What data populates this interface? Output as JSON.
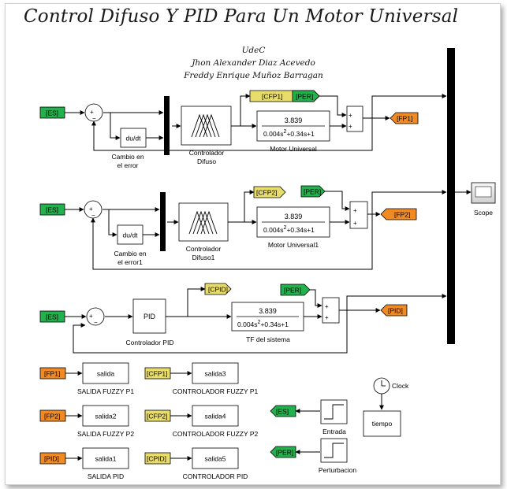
{
  "title": "Control Difuso Y PID Para Un Motor Universal",
  "authors": [
    "UdeC",
    "Jhon Alexander Diaz Acevedo",
    "Freddy Enrique Muñoz Barragan"
  ],
  "colors": {
    "green_tag": "#22b14c",
    "yellow_tag": "#e8dc6a",
    "orange_tag": "#f08a24",
    "bus": "#000000"
  },
  "tags": {
    "es": "[ES]",
    "per": "[PER]",
    "cfp1": "[CFP1]",
    "cfp2": "[CFP2]",
    "cpid": "[CPID]",
    "fp1": "[FP1]",
    "fp2": "[FP2]",
    "pid": "[PID]"
  },
  "blocks": {
    "sum_sign_plus": "+",
    "sum_sign_minus": "−",
    "derivative": "du/dt",
    "pid": "PID",
    "tf_num": "3.839",
    "tf_den_a": "0.004s",
    "tf_den_exp": "2",
    "tf_den_b": "+0.34s+1",
    "sink_salida": "salida",
    "sink_salida1": "salida1",
    "sink_salida2": "salida2",
    "sink_salida3": "salida3",
    "sink_salida4": "salida4",
    "sink_salida5": "salida5",
    "tiempo": "tiempo"
  },
  "labels": {
    "cambio1a": "Cambio en",
    "cambio1b": "el error",
    "cambio2a": "Cambio en",
    "cambio2b": "el error1",
    "controlador_difuso_a": "Controlador",
    "controlador_difuso_b": "Difuso",
    "controlador_difuso1_a": "Controlador",
    "controlador_difuso1_b": "Difuso1",
    "motor_universal": "Motor Universal",
    "motor_universal1": "Motor Universal1",
    "controlador_pid": "Controlador PID",
    "tf_sistema": "TF del sistema",
    "scope": "Scope",
    "salida_fuzzy_p1": "SALIDA FUZZY P1",
    "salida_fuzzy_p2": "SALIDA FUZZY P2",
    "salida_pid": "SALIDA PID",
    "controlador_fuzzy_p1": "CONTROLADOR FUZZY P1",
    "controlador_fuzzy_p2": "CONTROLADOR FUZZY P2",
    "controlador_pid_out": "CONTROLADOR PID",
    "clock": "Clock",
    "entrada": "Entrada",
    "perturbacion": "Perturbacion"
  }
}
